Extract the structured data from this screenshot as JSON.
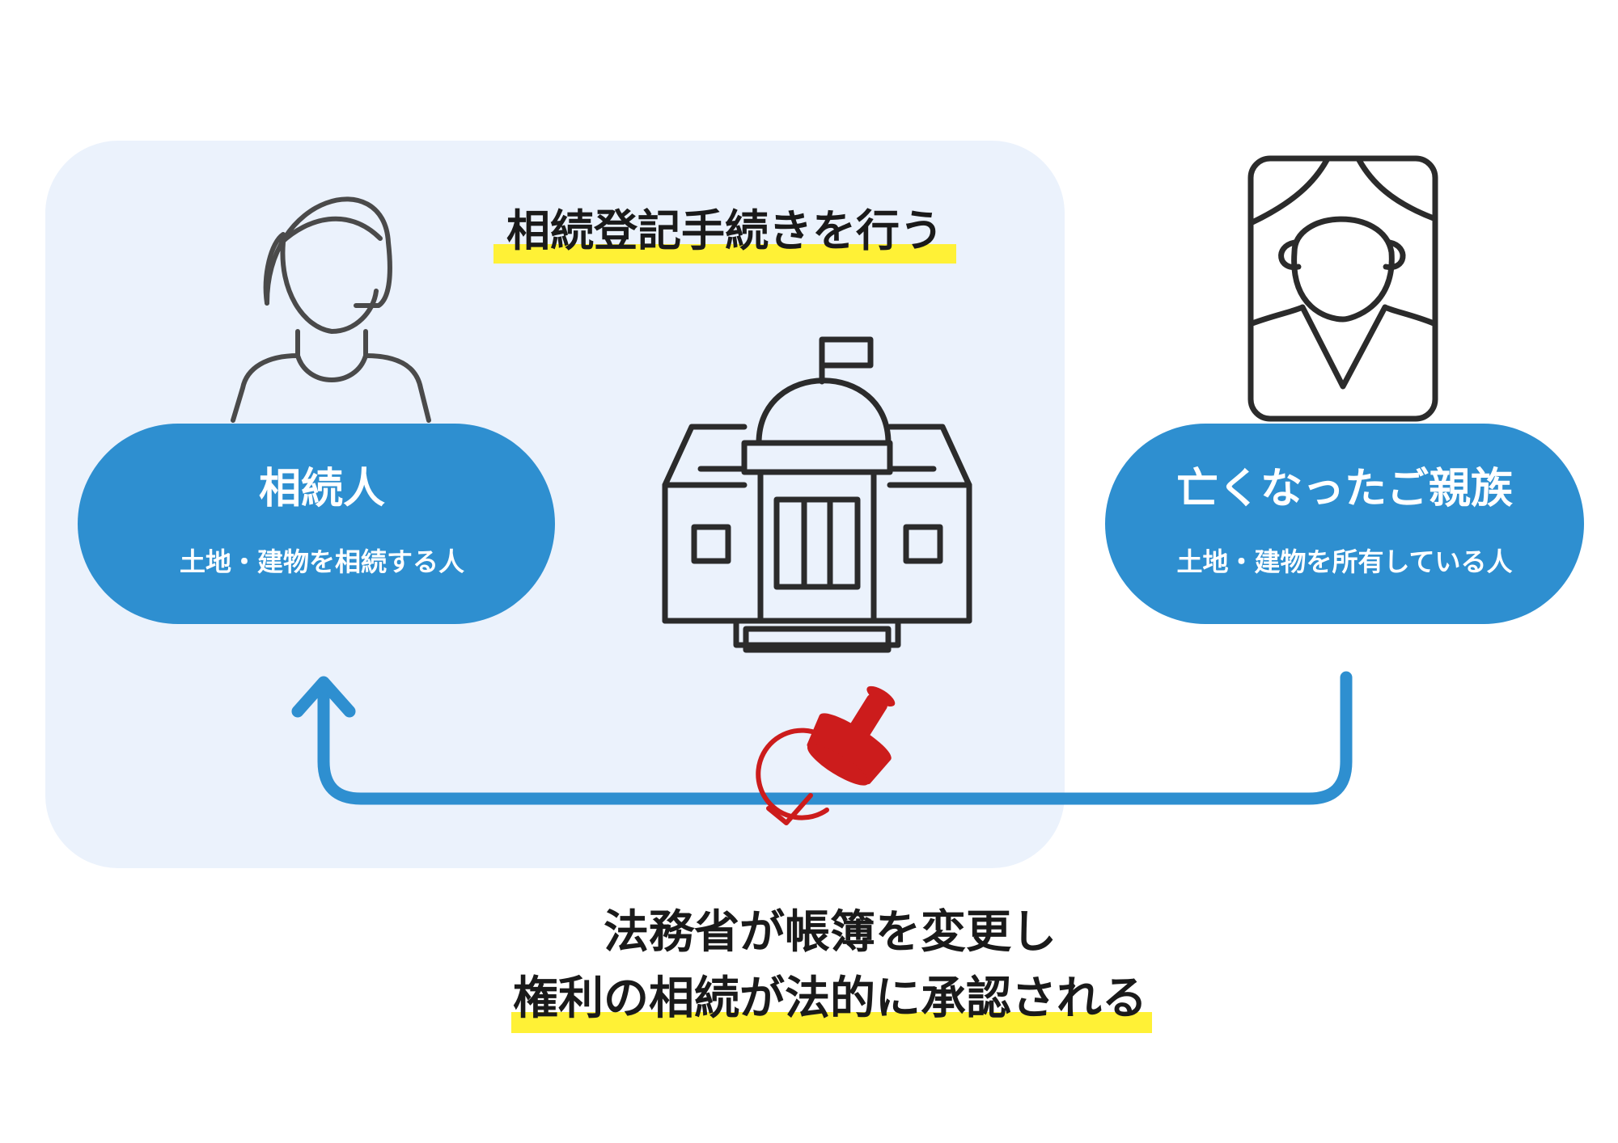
{
  "colors": {
    "panel_bg": "#ebf2fc",
    "pill_blue": "#2e8fd0",
    "arrow_blue": "#2e8fd0",
    "highlight_yellow": "#fff136",
    "stamp_red": "#cc1c1c",
    "icon_dark": "#2b2b2b"
  },
  "panel": {
    "heading": "相続登記手続きを行う"
  },
  "heir": {
    "title": "相続人",
    "subtitle": "土地・建物を相続する人",
    "icon": "woman-icon"
  },
  "deceased": {
    "title": "亡くなったご親族",
    "subtitle": "土地・建物を所有している人",
    "icon": "memorial-portrait-icon"
  },
  "office": {
    "icon": "government-building-icon"
  },
  "stamp": {
    "icon": "approval-stamp-icon"
  },
  "result": {
    "line1": "法務省が帳簿を変更し",
    "line2": "権利の相続が法的に承認される"
  }
}
